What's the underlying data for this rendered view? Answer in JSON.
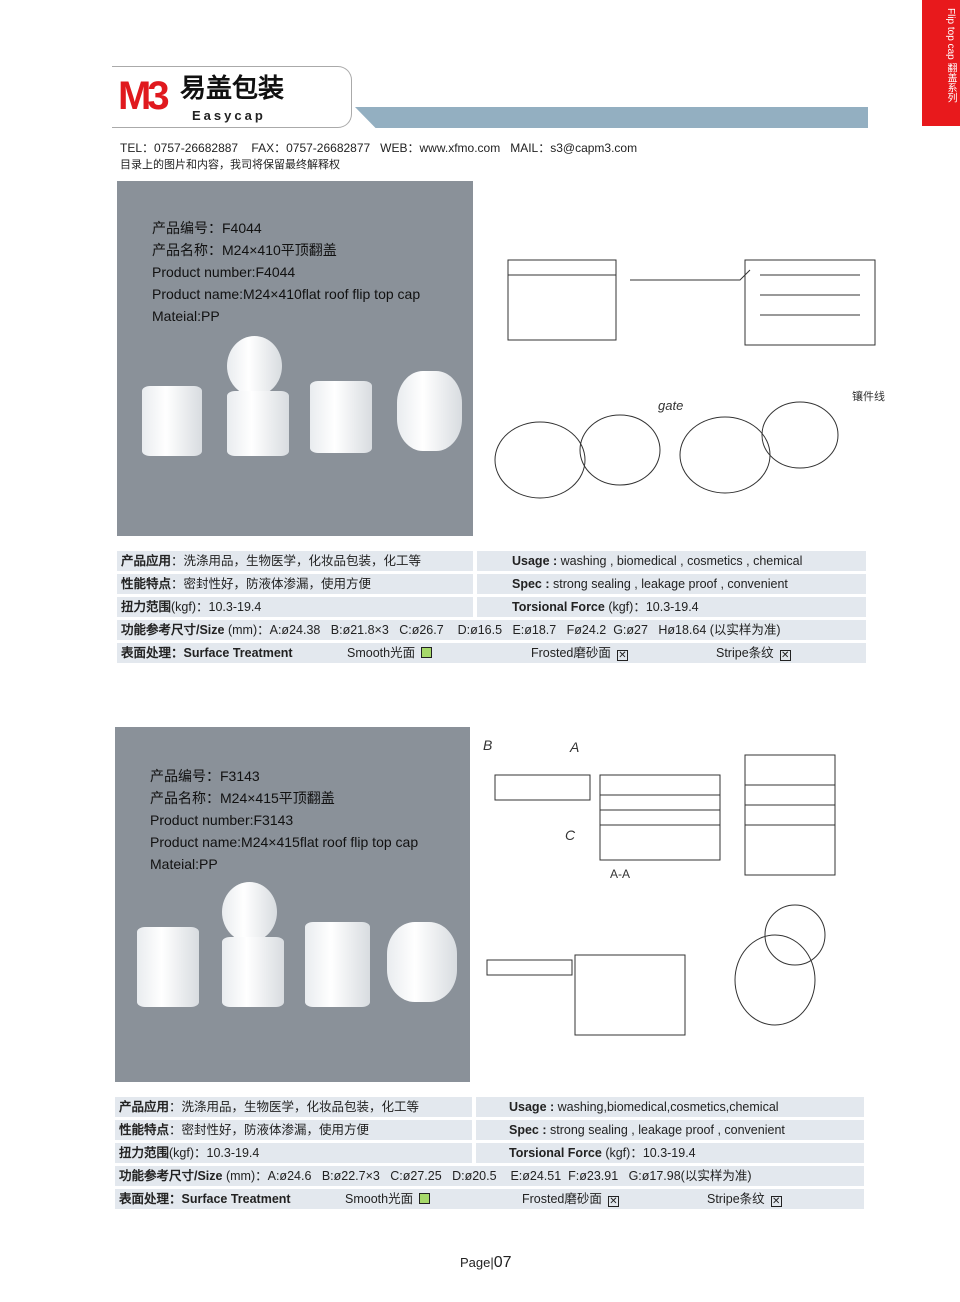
{
  "header": {
    "logo_mark": "M3",
    "logo_cn": "易盖包装",
    "logo_en": "Easycap",
    "side_tab": "Flip top cap 翻盖系列",
    "contact": "TEL：0757-26682887    FAX：0757-26682877   WEB：www.xfmo.com   MAIL：s3@capm3.com",
    "note": "目录上的图片和内容，我司将保留最终解释权"
  },
  "products": [
    {
      "info": [
        "产品编号：F4044",
        "产品名称：M24×410平顶翻盖",
        "Product number:F4044",
        "Product name:M24×410flat roof flip top cap",
        "Mateial:PP"
      ],
      "drawing_labels": [
        "gate",
        "镶件线"
      ],
      "usage_cn_label": "产品应用",
      "usage_cn": "：洗涤用品，生物医学，化妆品包装，化工等",
      "usage_en_label": "Usage :",
      "usage_en": " washing , biomedical , cosmetics  , chemical",
      "spec_cn_label": "性能特点",
      "spec_cn": "：密封性好，防液体渗漏，使用方便",
      "spec_en_label": "Spec :",
      "spec_en": " strong sealing , leakage proof , convenient",
      "torque_cn_label": "扭力范围",
      "torque_cn": "(kgf)：10.3-19.4",
      "torque_en_label": "Torsional Force",
      "torque_en": " (kgf)：10.3-19.4",
      "size_label": "功能参考尺寸/Size",
      "size": " (mm)：A:ø24.38   B:ø21.8×3   C:ø26.7    D:ø16.5   E:ø18.7   Fø24.2  G:ø27   Hø18.64 (以实样为准)",
      "surface_label": "表面处理",
      "surface_en": "：Surface Treatment",
      "surface_options": [
        {
          "label": "Smooth光面",
          "checked": true
        },
        {
          "label": "Frosted磨砂面",
          "checked": false
        },
        {
          "label": "Stripe条纹",
          "checked": false
        }
      ]
    },
    {
      "info": [
        "产品编号：F3143",
        "产品名称：M24×415平顶翻盖",
        "Product number:F3143",
        "Product name:M24×415flat roof flip top cap",
        "Mateial:PP"
      ],
      "drawing_labels": [
        "B",
        "A",
        "C",
        "A-A"
      ],
      "usage_cn_label": "产品应用",
      "usage_cn": "：洗涤用品，生物医学，化妆品包装，化工等",
      "usage_en_label": "Usage :",
      "usage_en": " washing,biomedical,cosmetics,chemical",
      "spec_cn_label": "性能特点",
      "spec_cn": "：密封性好，防液体渗漏，使用方便",
      "spec_en_label": "Spec :",
      "spec_en": " strong sealing , leakage proof , convenient",
      "torque_cn_label": "扭力范围",
      "torque_cn": "(kgf)：10.3-19.4",
      "torque_en_label": "Torsional Force",
      "torque_en": " (kgf)：10.3-19.4",
      "size_label": "功能参考尺寸/Size",
      "size": " (mm)：A:ø24.6   B:ø22.7×3   C:ø27.25   D:ø20.5    E:ø24.51  F:ø23.91   G:ø17.98(以实样为准)",
      "surface_label": "表面处理",
      "surface_en": "：Surface Treatment",
      "surface_options": [
        {
          "label": "Smooth光面",
          "checked": true
        },
        {
          "label": "Frosted磨砂面",
          "checked": false
        },
        {
          "label": "Stripe条纹",
          "checked": false
        }
      ]
    }
  ],
  "footer": {
    "page_label": "Page",
    "page_num": "07"
  }
}
